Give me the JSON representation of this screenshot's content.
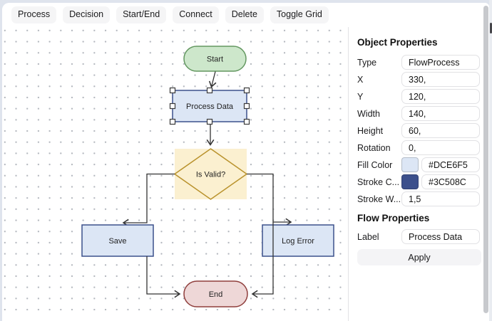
{
  "toolbar": {
    "buttons": [
      "Process",
      "Decision",
      "Start/End",
      "Connect",
      "Delete",
      "Toggle Grid"
    ]
  },
  "nodes": {
    "start": {
      "label": "Start"
    },
    "process": {
      "label": "Process Data"
    },
    "decision": {
      "label": "Is Valid?"
    },
    "save": {
      "label": "Save"
    },
    "log_error": {
      "label": "Log Error"
    },
    "end": {
      "label": "End"
    }
  },
  "colors": {
    "start_fill": "#cde7cb",
    "start_stroke": "#639760",
    "process_fill": "#DCE6F5",
    "process_stroke": "#3C508C",
    "decision_fill": "#fbf0d0",
    "decision_stroke": "#b9922c",
    "end_fill": "#eed7d7",
    "end_stroke": "#8f3e3c",
    "connector": "#333333"
  },
  "panel": {
    "object_title": "Object Properties",
    "rows": [
      {
        "label": "Type",
        "value": "FlowProcess"
      },
      {
        "label": "X",
        "value": "330,"
      },
      {
        "label": "Y",
        "value": "120,"
      },
      {
        "label": "Width",
        "value": "140,"
      },
      {
        "label": "Height",
        "value": "60,"
      },
      {
        "label": "Rotation",
        "value": "0,"
      },
      {
        "label": "Fill Color",
        "value": "#DCE6F5",
        "swatch": "#DCE6F5"
      },
      {
        "label": "Stroke C...",
        "value": "#3C508C",
        "swatch": "#3C508C"
      },
      {
        "label": "Stroke W...",
        "value": "1,5"
      }
    ],
    "flow_title": "Flow Properties",
    "label_row": {
      "label": "Label",
      "value": "Process Data"
    },
    "apply_label": "Apply"
  }
}
